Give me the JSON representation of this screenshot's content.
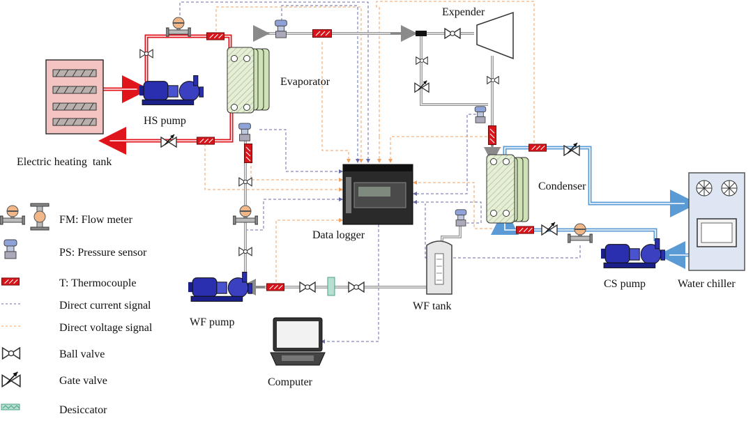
{
  "colors": {
    "hot_loop": "#e0141b",
    "cold_loop": "#5b9bd5",
    "working_fluid": "#9a9a9a",
    "current_signal": "#6a6aa8",
    "voltage_signal": "#f0a060",
    "pump_blue": "#2a2fb0",
    "thermocouple_red": "#d8141b",
    "tank_fill": "#f3c4c2"
  },
  "labels": {
    "expender": "Expender",
    "evaporator": "Evaporator",
    "hs_pump": "HS pump",
    "electric_heating_tank": "Electric heating  tank",
    "data_logger": "Data logger",
    "condenser": "Condenser",
    "cs_pump": "CS pump",
    "water_chiller": "Water chiller",
    "wf_tank": "WF tank",
    "wf_pump": "WF pump",
    "computer": "Computer"
  },
  "legend": [
    {
      "icon": "flow-meter-icon",
      "text": "FM: Flow meter"
    },
    {
      "icon": "pressure-sensor-icon",
      "text": "PS: Pressure sensor"
    },
    {
      "icon": "thermocouple-icon",
      "text": "T: Thermocouple"
    },
    {
      "icon": "current-signal-line-icon",
      "text": "Direct current signal"
    },
    {
      "icon": "voltage-signal-line-icon",
      "text": "Direct voltage signal"
    },
    {
      "icon": "ball-valve-icon",
      "text": "Ball valve"
    },
    {
      "icon": "gate-valve-icon",
      "text": "Gate valve"
    },
    {
      "icon": "desiccator-icon",
      "text": "Desiccator"
    }
  ]
}
